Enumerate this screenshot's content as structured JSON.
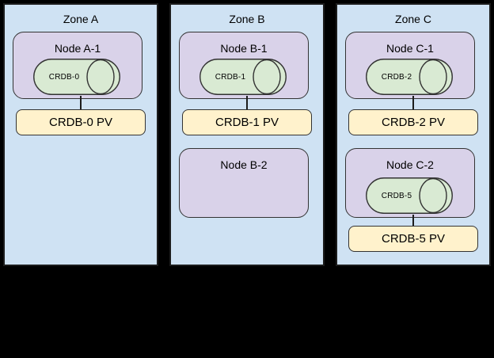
{
  "diagram": {
    "background": "#000000",
    "colors": {
      "zone_fill": "#cfe2f3",
      "node_fill": "#d9d2e9",
      "cylinder_fill": "#d9ead3",
      "pv_fill": "#fff2cc",
      "border": "#1c1c1c"
    },
    "zones": [
      {
        "title": "Zone A",
        "groups": [
          {
            "node": "Node A-1",
            "cylinder": "CRDB-0",
            "pv": "CRDB-0 PV"
          }
        ]
      },
      {
        "title": "Zone B",
        "groups": [
          {
            "node": "Node B-1",
            "cylinder": "CRDB-1",
            "pv": "CRDB-1 PV"
          },
          {
            "node": "Node B-2"
          }
        ]
      },
      {
        "title": "Zone C",
        "groups": [
          {
            "node": "Node C-1",
            "cylinder": "CRDB-2",
            "pv": "CRDB-2 PV"
          },
          {
            "node": "Node C-2",
            "cylinder": "CRDB-5",
            "pv": "CRDB-5 PV"
          }
        ]
      }
    ]
  }
}
